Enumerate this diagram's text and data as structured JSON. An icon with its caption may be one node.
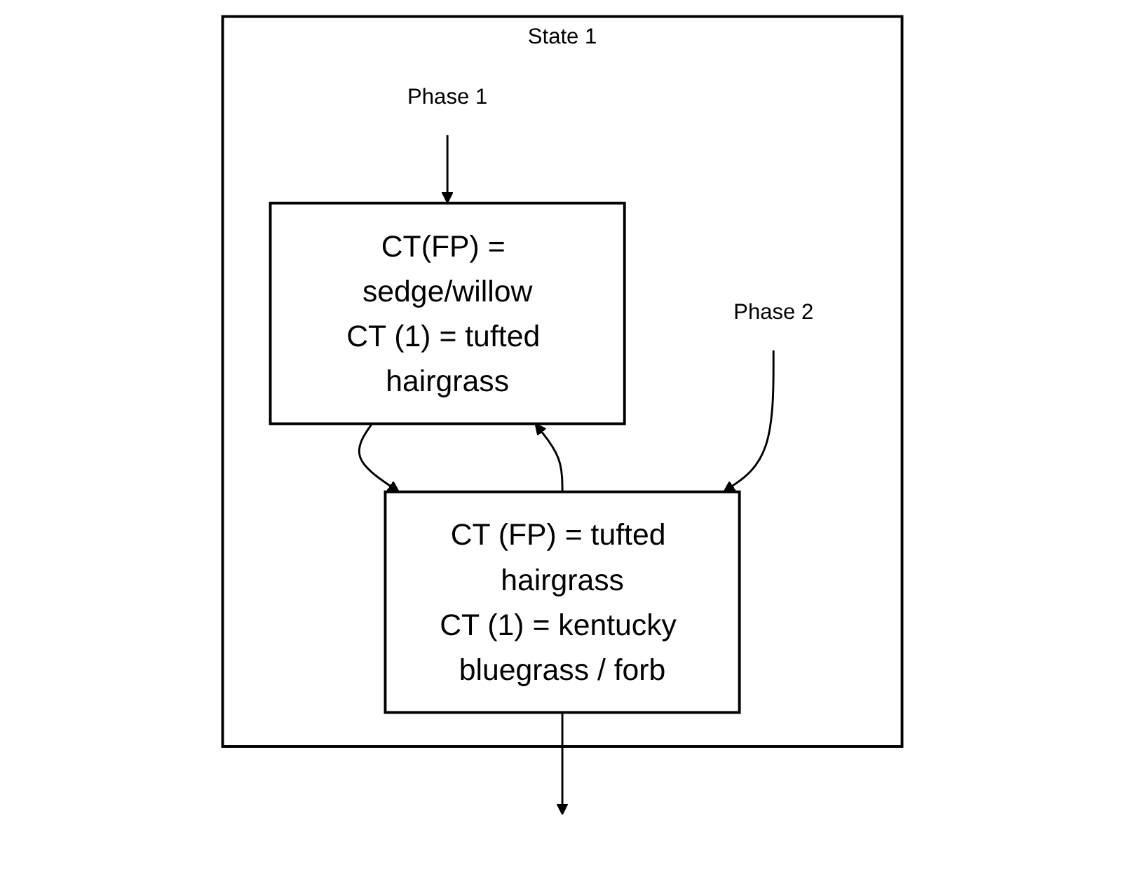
{
  "diagram": {
    "nodes": [
      {
        "text": [
          "State 1"
        ]
      },
      {
        "text": [
          "CT(FP) = sedge/willow",
          "CT (1) = tufted hairgrass"
        ],
        "in": 0
      },
      {
        "text": [
          "Phase 1"
        ],
        "in": 0
      },
      {
        "text": [
          "Phase 2"
        ],
        "in": 0
      },
      {
        "text": [
          "CT (FP) = tufted hairgrass",
          "CT (1) = kentucky bluegrass / forb"
        ],
        "in": 0
      }
    ],
    "edges": [
      {
        "from": 2,
        "to": 1,
        "arrow": "to"
      },
      {
        "from": 1,
        "to": 4,
        "arrow": "to"
      },
      {
        "from": 4,
        "to": 1,
        "arrow": "to"
      },
      {
        "from": 3,
        "to": 4,
        "arrow": "to"
      },
      {
        "from": 4,
        "to": null,
        "arrow": "to"
      }
    ]
  }
}
